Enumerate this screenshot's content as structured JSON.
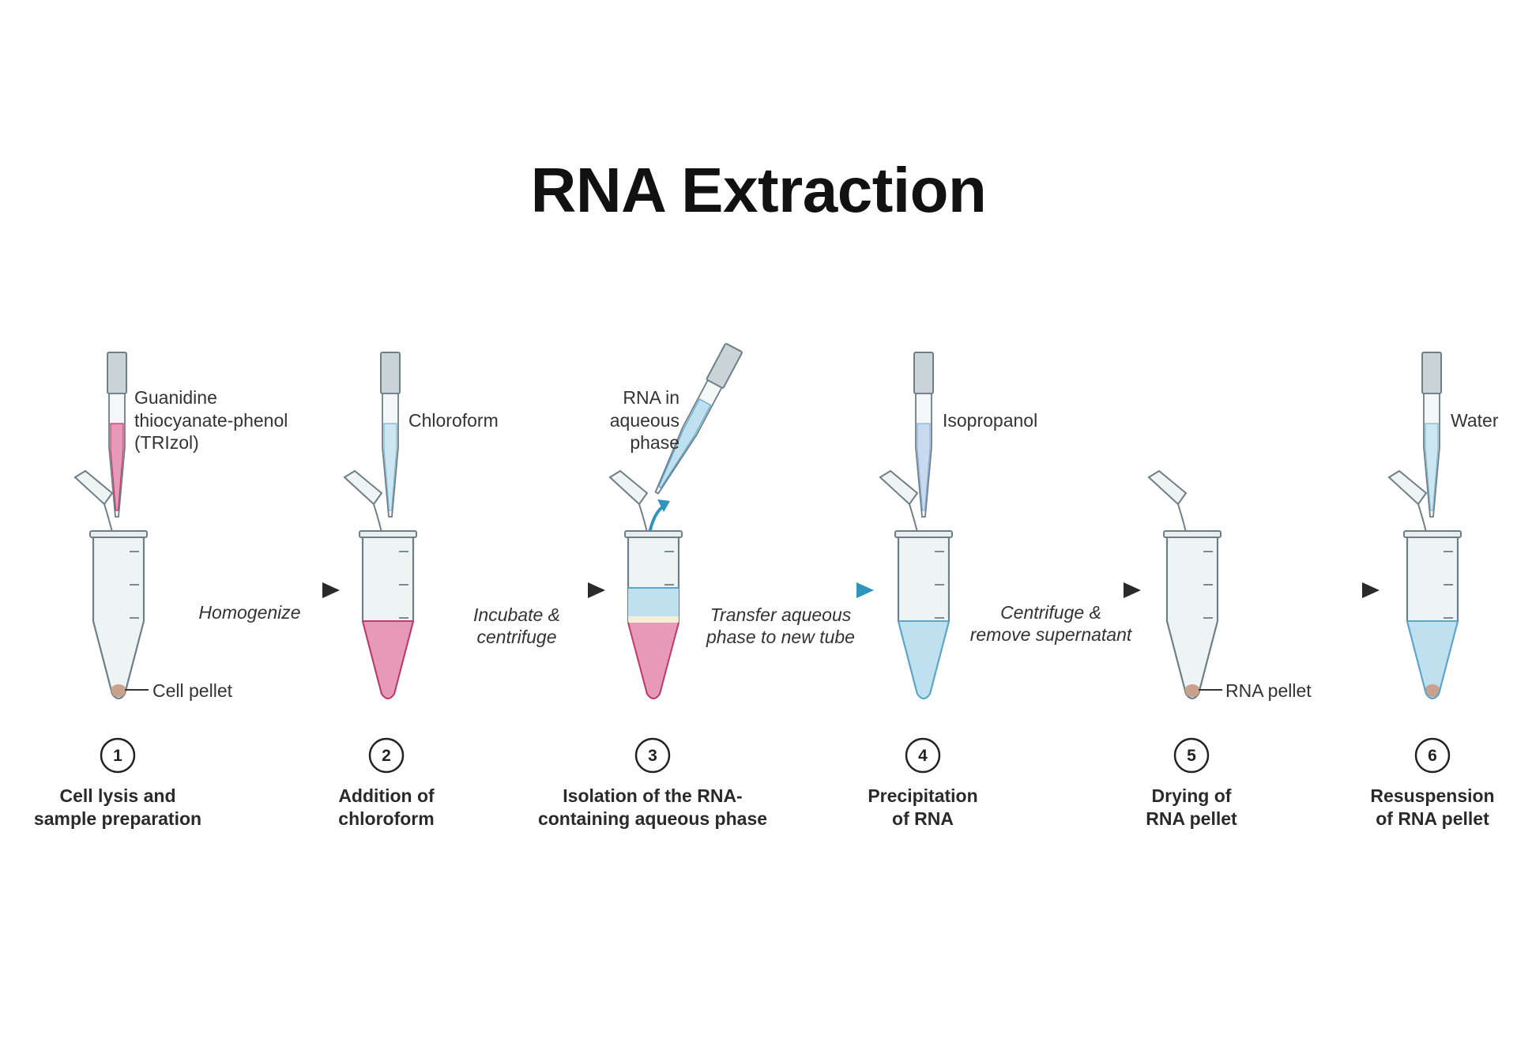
{
  "title": "RNA Extraction",
  "colors": {
    "trizol": "#e69ab8",
    "trizol_dark": "#c0396d",
    "aqueous": "#bfe0ef",
    "aqueous_dark": "#5aa5cc",
    "pellet": "#c9a28e",
    "accent_arrow": "#2e94b9",
    "dark_arrow": "#2a2a2a"
  },
  "steps": [
    {
      "number": "1",
      "title_line1": "Cell lysis and",
      "title_line2": "sample preparation",
      "reagent_lines": [
        "Guanidine",
        "thiocyanate-phenol",
        "(TRIzol)"
      ],
      "pellet_label": "Cell pellet"
    },
    {
      "number": "2",
      "title_line1": "Addition of",
      "title_line2": "chloroform",
      "reagent_lines": [
        "Chloroform"
      ]
    },
    {
      "number": "3",
      "title_line1": "Isolation of the RNA-",
      "title_line2": "containing aqueous phase",
      "reagent_lines": [
        "RNA in",
        "aqueous",
        "phase"
      ]
    },
    {
      "number": "4",
      "title_line1": "Precipitation",
      "title_line2": "of RNA",
      "reagent_lines": [
        "Isopropanol"
      ]
    },
    {
      "number": "5",
      "title_line1": "Drying of",
      "title_line2": "RNA pellet",
      "pellet_label": "RNA pellet"
    },
    {
      "number": "6",
      "title_line1": "Resuspension",
      "title_line2": "of RNA pellet",
      "reagent_lines": [
        "Water"
      ]
    }
  ],
  "arrows": [
    {
      "line1": "Homogenize",
      "line2": ""
    },
    {
      "line1": "Incubate &",
      "line2": "centrifuge"
    },
    {
      "line1": "Transfer aqueous",
      "line2": "phase to new tube"
    },
    {
      "line1": "Centrifuge &",
      "line2": "remove supernatant"
    },
    {
      "line1": "",
      "line2": ""
    }
  ]
}
